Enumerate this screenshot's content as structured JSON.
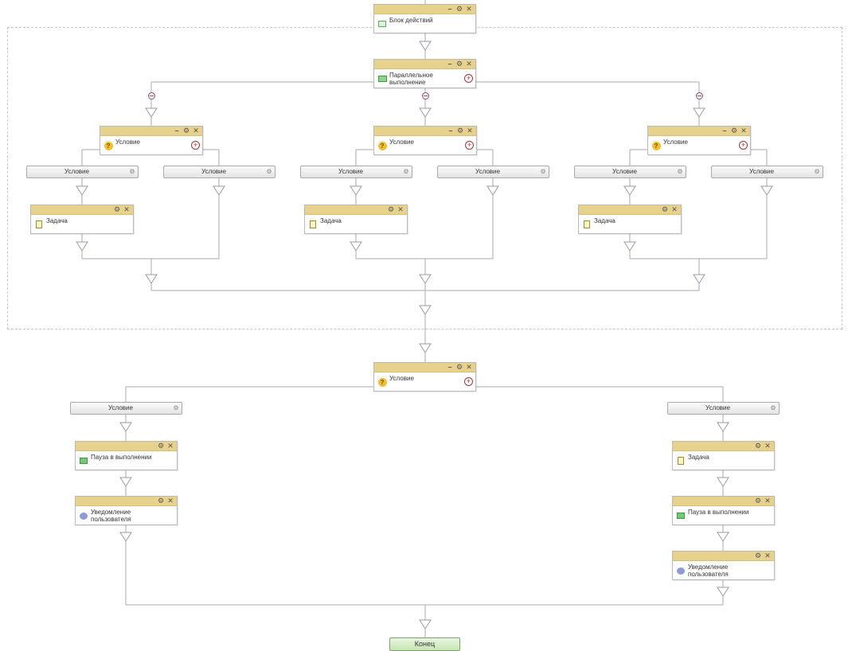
{
  "diagram": {
    "start_block": {
      "label": "Блок действий",
      "icon": "action-block-icon"
    },
    "parallel": {
      "label": "Параллельное выполнение",
      "icon": "parallel-execution-icon"
    },
    "parallel_branches": [
      {
        "condition": {
          "label": "Условие",
          "icon": "condition-icon"
        },
        "branches": [
          "Условие",
          "Условие"
        ],
        "task": {
          "label": "Задача",
          "icon": "task-icon"
        }
      },
      {
        "condition": {
          "label": "Условие",
          "icon": "condition-icon"
        },
        "branches": [
          "Условие",
          "Условие"
        ],
        "task": {
          "label": "Задача",
          "icon": "task-icon"
        }
      },
      {
        "condition": {
          "label": "Условие",
          "icon": "condition-icon"
        },
        "branches": [
          "Условие",
          "Условие"
        ],
        "task": {
          "label": "Задача",
          "icon": "task-icon"
        }
      }
    ],
    "lower_condition": {
      "label": "Условие",
      "icon": "condition-icon",
      "left_branch": {
        "label": "Условие",
        "steps": [
          {
            "label": "Пауза в выполнении",
            "icon": "pause-icon"
          },
          {
            "label": "Уведомление пользователя",
            "icon": "user-notification-icon"
          }
        ]
      },
      "right_branch": {
        "label": "Условие",
        "steps": [
          {
            "label": "Задача",
            "icon": "task-icon"
          },
          {
            "label": "Пауза в выполнении",
            "icon": "pause-icon"
          },
          {
            "label": "Уведомление пользователя",
            "icon": "user-notification-icon"
          }
        ]
      }
    },
    "end": {
      "label": "Конец"
    }
  },
  "colors": {
    "node_header": "#e6d28d",
    "connector": "#a9a9b2",
    "end_button": "#c7e4b4",
    "remove_circle": "#94495f",
    "add_circle": "#aa3333"
  }
}
